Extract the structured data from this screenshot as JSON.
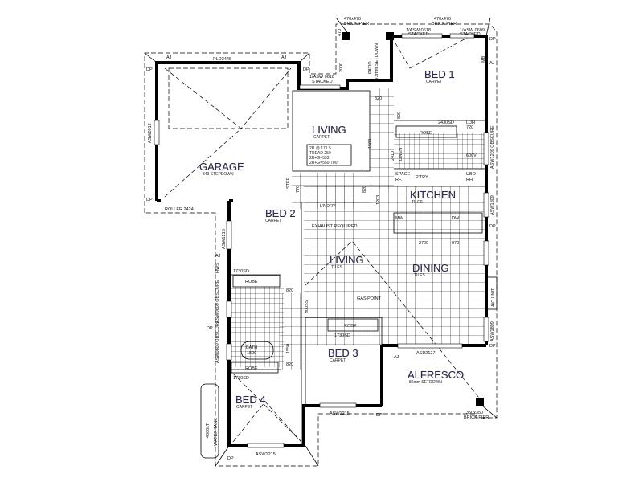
{
  "rooms": {
    "garage": {
      "name": "GARAGE",
      "note": "343 STEPDOWN"
    },
    "living_upper": {
      "name": "LIVING",
      "note": "CARPET"
    },
    "bed1": {
      "name": "BED 1",
      "note": "CARPET"
    },
    "kitchen": {
      "name": "KITCHEN",
      "note": "TILES"
    },
    "bed2": {
      "name": "BED 2",
      "note": "CARPET"
    },
    "living_lower": {
      "name": "LIVING",
      "note": "TILES"
    },
    "dining": {
      "name": "DINING",
      "note": "TILES"
    },
    "bed3": {
      "name": "BED 3",
      "note": "CARPET"
    },
    "alfresco": {
      "name": "ALFRESCO",
      "note": "86mm SETDOWN"
    },
    "bed4": {
      "name": "BED 4",
      "note": "CARPET"
    }
  },
  "stair_note": [
    "2R @ 171.5",
    "TREAD 250",
    "2R+G=593",
    "2R+G=550-700"
  ],
  "labels": {
    "pld": "PLD2448",
    "roller": "ROLLER 2424",
    "asw0912": "ASW0912",
    "stacked1": "1/ASW 0618",
    "stacked_word": "STACKED",
    "pier1": "470x470",
    "pier_word": "BRICK PIER",
    "stacked2": "1/ASW 0618",
    "stacked3": "1/ASW 0609",
    "dim470": "470",
    "dim2000": "2000",
    "patio": "PATIO",
    "patio_note": "172mm SETDOWN",
    "d820a": "820",
    "d820b": "820",
    "d1503": "1503",
    "d2430sd": "2430SD",
    "robe1": "ROBE",
    "ldh": "LDH",
    "d720": "720",
    "d600v": "600V",
    "linen": "LINEN",
    "d2410": "2410",
    "space": "SPACE",
    "rf": "RF.",
    "ptry": "P'TRY",
    "ubo": "UBO",
    "rh": "RH",
    "asw1209": "ASW1209 OBSCURE",
    "asw1809a": "ASW1809",
    "step": "STEP",
    "d770": "770",
    "d820c": "820",
    "d1203": "1203",
    "lndry": "L'NDRY",
    "exhaust": "EXHAUST REQUIRED",
    "mw": "MW",
    "dw": "DW",
    "d2700": "2700",
    "d970": "970",
    "asw1215a": "ASW1215",
    "hws": "HWS",
    "d1730sd_a": "1730SD",
    "robe2": "ROBE",
    "d820d": "820",
    "d900ss": "900SS",
    "gas": "GAS POINT",
    "ac": "A/C UNIT",
    "asw1809b": "ASW1809",
    "robe3": "ROBE",
    "d1730sd_b": "1730SD",
    "d820e": "820",
    "d1550": "1550",
    "bath": "BATH",
    "d1500": "1500",
    "asw_obscure1": "ASW0609 OBSCURE",
    "asw_obscure2": "ASW0609 OBSCURE",
    "robe4": "ROBE",
    "d1730sd_c": "1730SD",
    "asd2127": "ASD2127",
    "asw1215b": "ASW1215",
    "pier2": "350x350",
    "pier2_word": "BRICK PIER",
    "tank1": "4000LT",
    "tank2": "WATER TANK",
    "asw1215c": "ASW1215",
    "dp": "DP",
    "aj": "AJ",
    "mb": "MB"
  }
}
